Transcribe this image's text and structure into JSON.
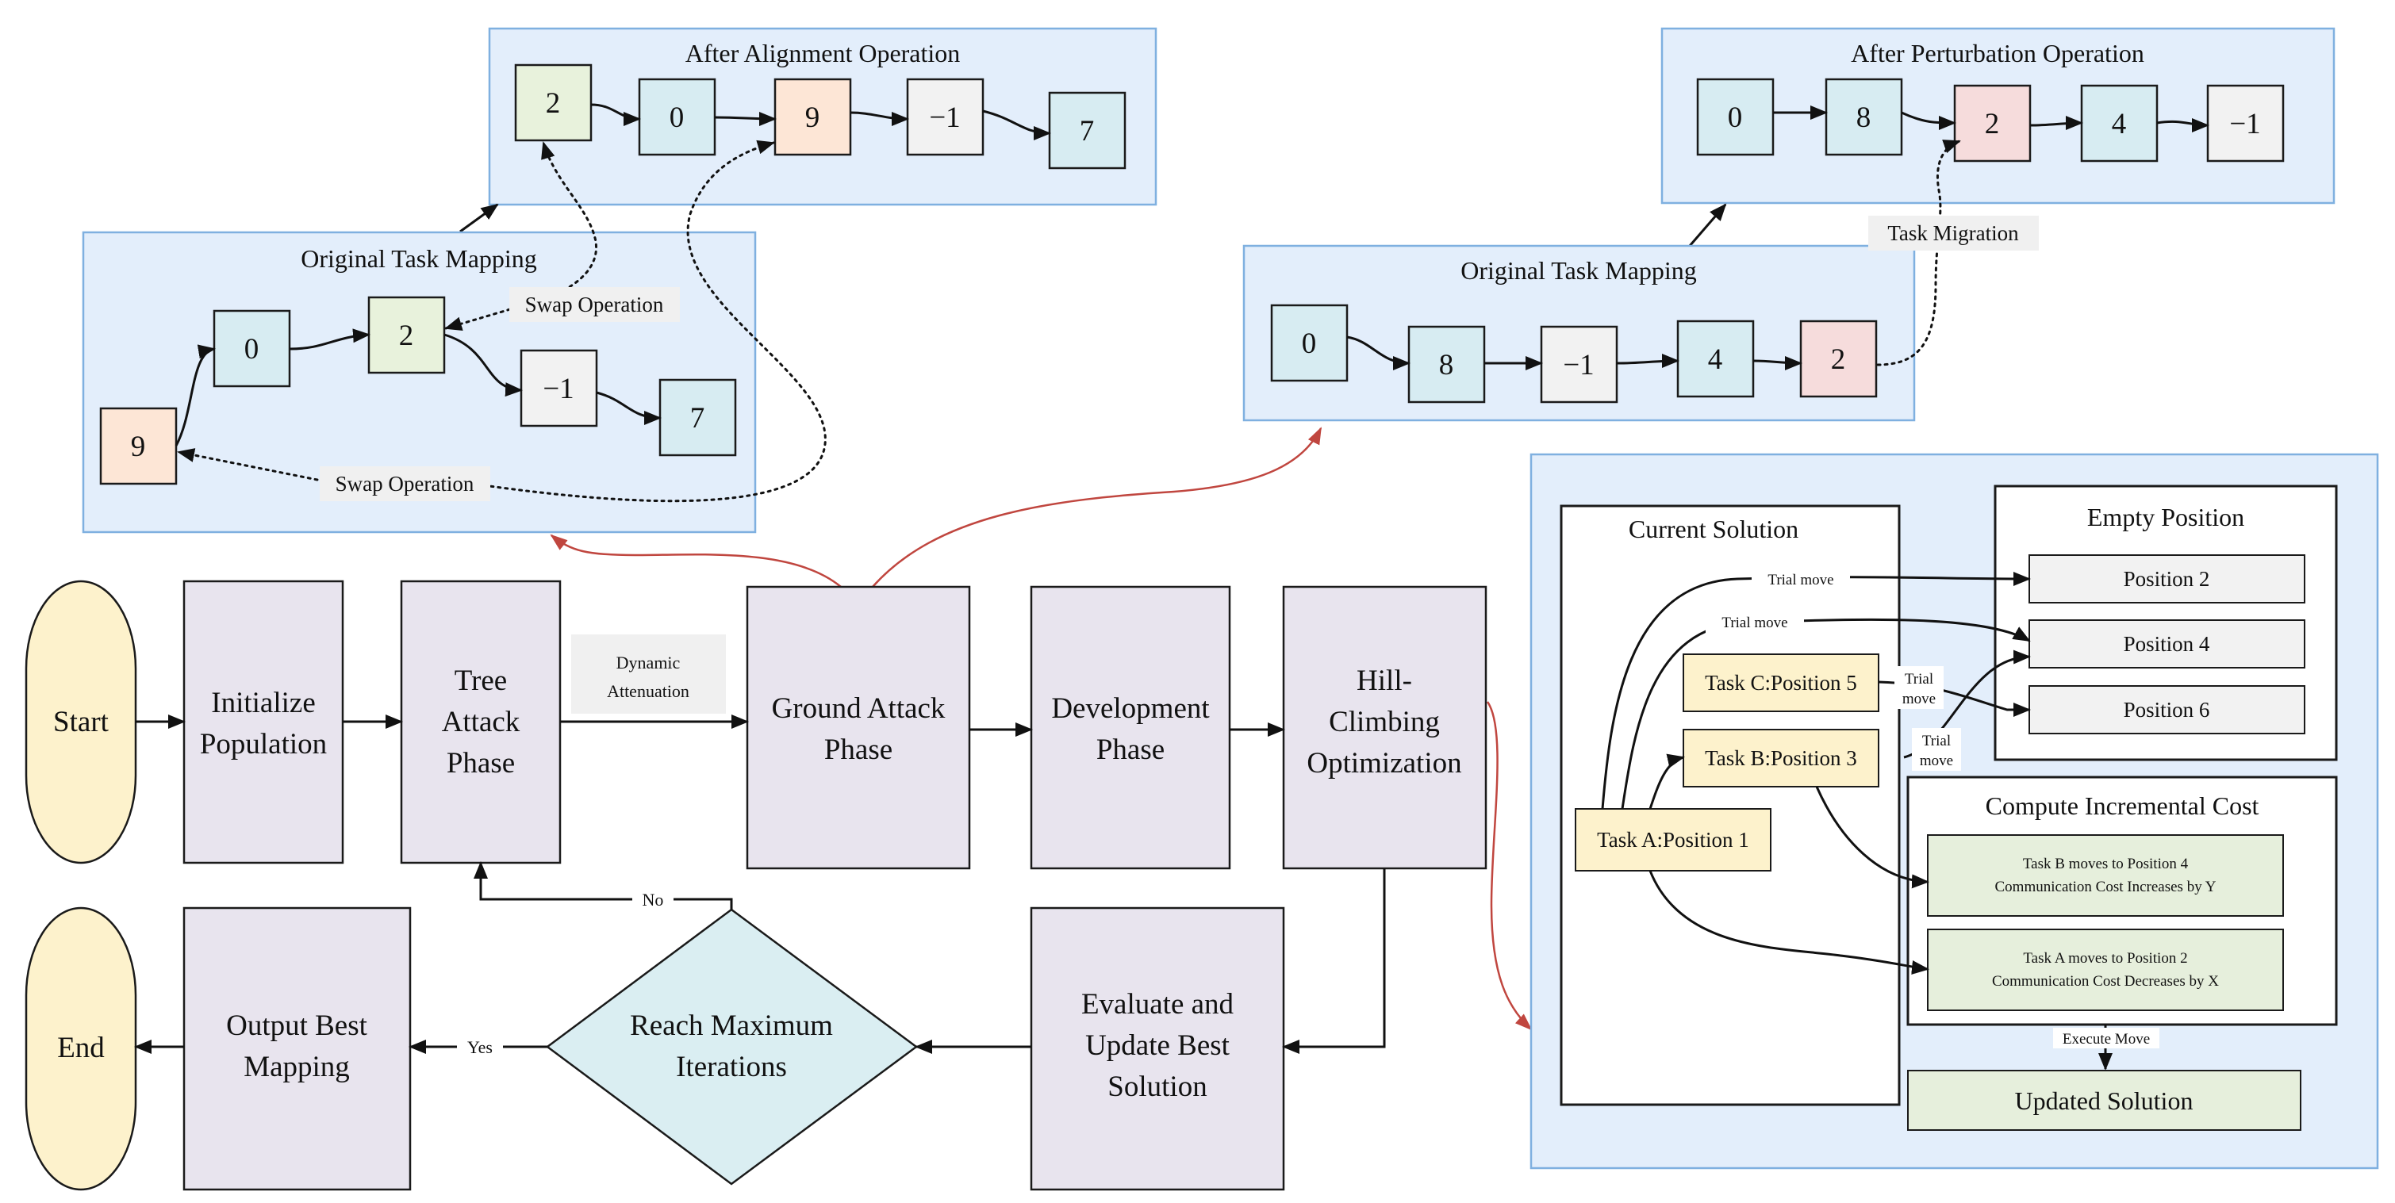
{
  "flow": {
    "start": "Start",
    "end": "End",
    "init_1": "Initialize",
    "init_2": "Population",
    "tree_1": "Tree",
    "tree_2": "Attack",
    "tree_3": "Phase",
    "dyn_1": "Dynamic",
    "dyn_2": "Attenuation",
    "ground_1": "Ground Attack",
    "ground_2": "Phase",
    "dev_1": "Development",
    "dev_2": "Phase",
    "hill_1": "Hill-",
    "hill_2": "Climbing",
    "hill_3": "Optimization",
    "eval_1": "Evaluate and",
    "eval_2": "Update Best",
    "eval_3": "Solution",
    "reach_1": "Reach Maximum",
    "reach_2": "Iterations",
    "output_1": "Output Best",
    "output_2": "Mapping",
    "no": "No",
    "yes": "Yes"
  },
  "alignment": {
    "after_title": "After Alignment Operation",
    "after_nodes": [
      "2",
      "0",
      "9",
      "−1",
      "7"
    ],
    "original_title": "Original Task Mapping",
    "original_nodes": [
      "9",
      "0",
      "2",
      "−1",
      "7"
    ],
    "swap_1": "Swap Operation",
    "swap_2": "Swap Operation"
  },
  "perturbation": {
    "after_title": "After Perturbation Operation",
    "after_nodes": [
      "0",
      "8",
      "2",
      "4",
      "−1"
    ],
    "original_title": "Original Task Mapping",
    "original_nodes": [
      "0",
      "8",
      "−1",
      "4",
      "2"
    ],
    "migration": "Task Migration"
  },
  "hill_detail": {
    "current_title": "Current Solution",
    "empty_title": "Empty Position",
    "positions": [
      "Position 2",
      "Position 4",
      "Position 6"
    ],
    "task_c": "Task C:Position 5",
    "task_b": "Task B:Position 3",
    "task_a": "Task A:Position 1",
    "trial_1": "Trial move",
    "trial_2": "Trial move",
    "trial_3a": "Trial",
    "trial_3b": "move",
    "trial_4a": "Trial",
    "trial_4b": "move",
    "cost_title": "Compute Incremental Cost",
    "cost_b_1": "Task B moves to Position 4",
    "cost_b_2": "Communication Cost Increases by Y",
    "cost_a_1": "Task A moves to Position 2",
    "cost_a_2": "Communication Cost Decreases by X",
    "execute": "Execute Move",
    "updated": "Updated Solution"
  },
  "colors": {
    "terminal": "#fdf2cc",
    "process": "#e8e4ee",
    "decision": "#daeef2",
    "panel": "#e3eefb",
    "node_green": "#e8f2dc",
    "node_blue": "#d7ecf2",
    "node_orange": "#fde6d6",
    "node_grey": "#f2f2f2",
    "node_pink": "#f6dcdc",
    "task_yellow": "#fdf2cc",
    "cost_green": "#e6efdc",
    "red_arrow": "#c0463f"
  }
}
